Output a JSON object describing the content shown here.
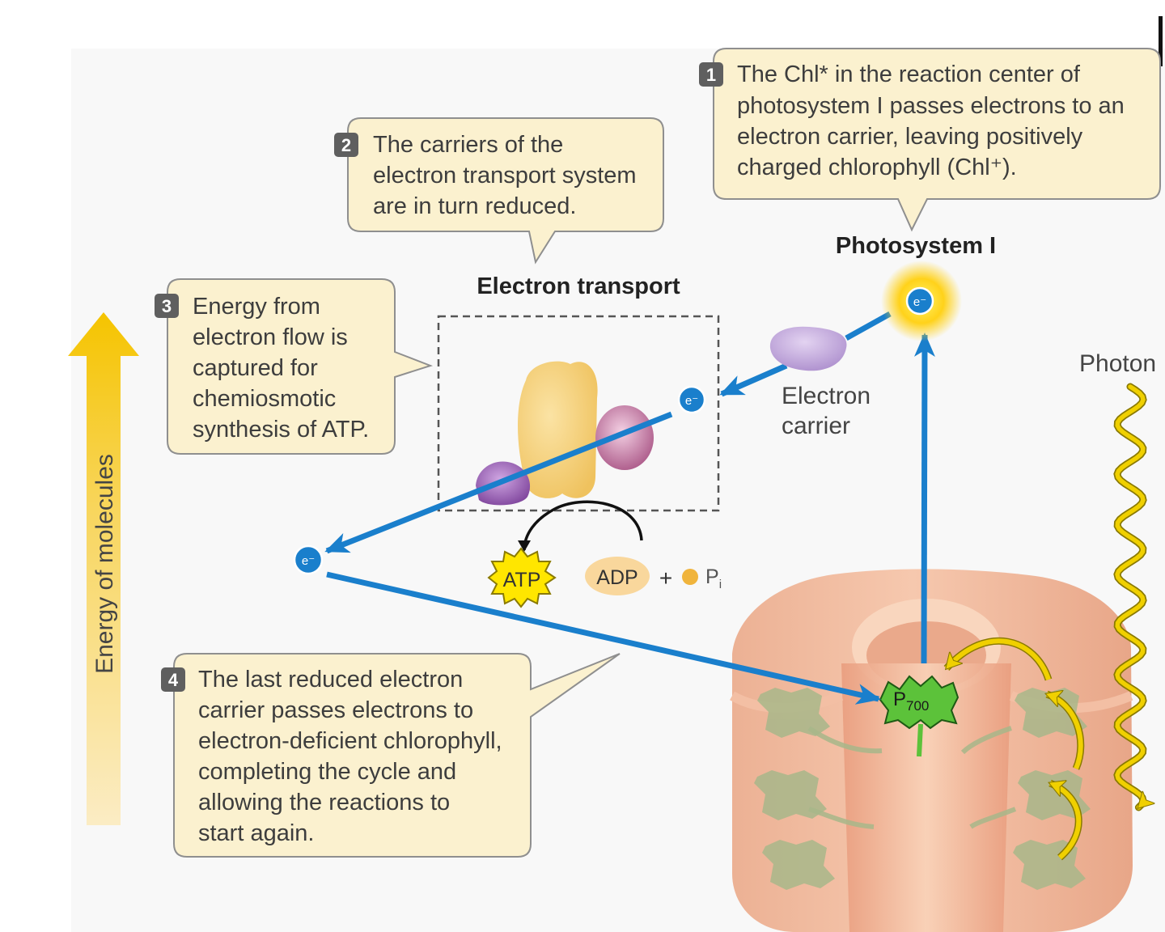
{
  "callouts": {
    "step1": {
      "num": "1",
      "lines": [
        "The Chl* in the reaction center of",
        "photosystem I passes electrons to an",
        "electron carrier, leaving positively",
        "charged chlorophyll (Chl⁺)."
      ]
    },
    "step2": {
      "num": "2",
      "lines": [
        "The carriers of the",
        "electron transport system",
        "are in turn reduced."
      ]
    },
    "step3": {
      "num": "3",
      "lines": [
        "Energy from",
        "electron flow is",
        "captured for",
        "chemiosmotic",
        "synthesis of ATP."
      ]
    },
    "step4": {
      "num": "4",
      "lines": [
        "The last reduced electron",
        "carrier passes electrons to",
        "electron-deficient chlorophyll,",
        "completing the cycle and",
        "allowing the reactions to",
        "start again."
      ]
    }
  },
  "labels": {
    "photosystem": "Photosystem I",
    "electron_transport": "Electron transport",
    "electron_carrier": [
      "Electron",
      "carrier"
    ],
    "photon": "Photon",
    "energy_axis": "Energy of molecules",
    "electron": "e⁻",
    "atp": "ATP",
    "adp": "ADP",
    "plus": "+",
    "pi_main": "P",
    "pi_sub": "i",
    "p700_main": "P",
    "p700_sub": "700"
  },
  "colors": {
    "flow_arrow": "#1a7fcc",
    "callout_fill": "#fbf1cf",
    "energy_arrow": "#f5c400",
    "photon_wave": "#f0d000",
    "chlorophyll": "#5cc23a"
  }
}
